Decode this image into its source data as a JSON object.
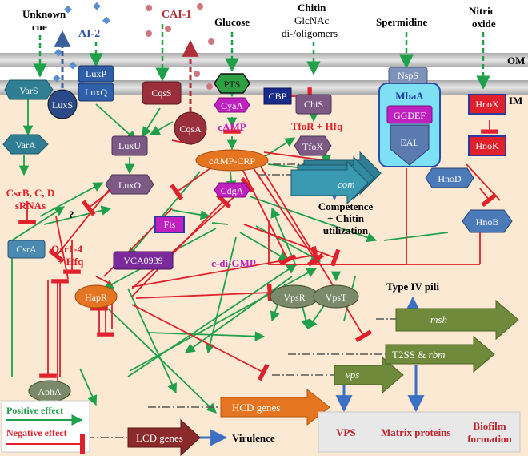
{
  "signals": {
    "unknown_cue": [
      "Unknown",
      "cue"
    ],
    "ai2": "AI-2",
    "cai1": "CAI-1",
    "glucose": "Glucose",
    "chitin": [
      "Chitin",
      "GlcNAc",
      "di-/oligomers"
    ],
    "spermidine": "Spermidine",
    "nitric_oxide": [
      "Nitric",
      "oxide"
    ]
  },
  "membranes": {
    "om": "OM",
    "im": "IM"
  },
  "nodes": {
    "vars": "VarS",
    "vara": "VarA",
    "luxs": "LuxS",
    "luxp": "LuxP",
    "luxq": "LuxQ",
    "cqss": "CqsS",
    "cqsa": "CqsA",
    "luxu": "LuxU",
    "luxo": "LuxO",
    "pts": "PTS",
    "cyaa": "CyaA",
    "camp": "cAMP",
    "camp_crp": "cAMP-CRP",
    "cbp": "CBP",
    "chis": "ChiS",
    "tfor_hfq": "TfoR + Hfq",
    "tfox": "TfoX",
    "nsps": "NspS",
    "mbaa": "MbaA",
    "ggdef": "GGDEF",
    "eal": "EAL",
    "hnox": "HnoX",
    "hnok": "HnoK",
    "hnod": "HnoD",
    "hnob": "HnoB",
    "csr_srnas": [
      "CsrB, C, D",
      "sRNAs"
    ],
    "csra": "CsrA",
    "question": "?",
    "qrr": [
      "Qrr1-4",
      "+ Hfq"
    ],
    "fis": "Fis",
    "vca0939": "VCA0939",
    "cdga": "CdgA",
    "c_di_gmp": "c-di-GMP",
    "hapr": "HapR",
    "vpsr": "VpsR",
    "vpst": "VpsT",
    "apha": "AphA"
  },
  "genes": {
    "com": "com",
    "msh": "msh",
    "vps": "vps",
    "t2ss": "T2SS & ",
    "rbm": "rbm",
    "hcd": "HCD genes",
    "lcd": "LCD genes"
  },
  "outcomes": {
    "competence": [
      "Competence",
      "+ Chitin",
      "utilization"
    ],
    "type4": "Type IV pili",
    "virulence": "Virulence",
    "vps_out": "VPS",
    "matrix": "Matrix proteins",
    "biofilm": [
      "Biofilm",
      "formation"
    ]
  },
  "legend": {
    "positive": "Positive effect",
    "negative": "Negative effect"
  },
  "colors": {
    "positive": "#1fa04a",
    "negative": "#e0202a",
    "blue": "#3a6fc4",
    "magenta": "#c020c0"
  }
}
